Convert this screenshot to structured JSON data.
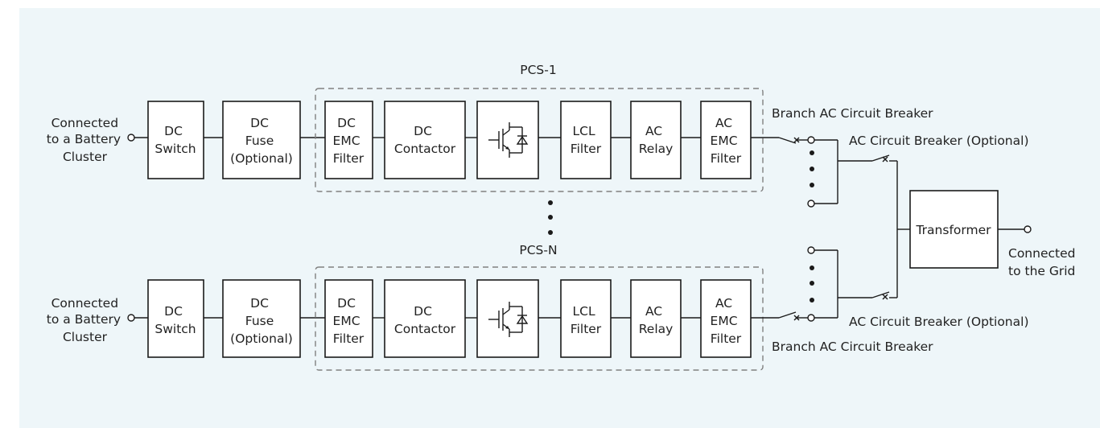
{
  "colors": {
    "background": "#eef6f9",
    "line": "#1a1a1a",
    "frame": "#808080"
  },
  "pcs_top": {
    "label": "PCS-1",
    "battery_label": [
      "Connected",
      "to a Battery",
      "Cluster"
    ],
    "dc_switch": [
      "DC",
      "Switch"
    ],
    "dc_fuse": [
      "DC",
      "Fuse",
      "(Optional)"
    ],
    "dc_emc": [
      "DC",
      "EMC",
      "Filter"
    ],
    "dc_contactor": [
      "DC",
      "Contactor"
    ],
    "igbt_icon": "igbt-diode-icon",
    "lcl": [
      "LCL",
      "Filter"
    ],
    "ac_relay": [
      "AC",
      "Relay"
    ],
    "ac_emc": [
      "AC",
      "EMC",
      "Filter"
    ],
    "branch_label": "Branch AC Circuit Breaker",
    "ac_breaker_label": "AC Circuit Breaker (Optional)"
  },
  "pcs_bottom": {
    "label": "PCS-N",
    "battery_label": [
      "Connected",
      "to a Battery",
      "Cluster"
    ],
    "dc_switch": [
      "DC",
      "Switch"
    ],
    "dc_fuse": [
      "DC",
      "Fuse",
      "(Optional)"
    ],
    "dc_emc": [
      "DC",
      "EMC",
      "Filter"
    ],
    "dc_contactor": [
      "DC",
      "Contactor"
    ],
    "igbt_icon": "igbt-diode-icon",
    "lcl": [
      "LCL",
      "Filter"
    ],
    "ac_relay": [
      "AC",
      "Relay"
    ],
    "ac_emc": [
      "AC",
      "EMC",
      "Filter"
    ],
    "branch_label": "Branch AC Circuit Breaker",
    "ac_breaker_label": "AC Circuit Breaker (Optional)"
  },
  "transformer": "Transformer",
  "grid_label": [
    "Connected",
    "to the Grid"
  ]
}
